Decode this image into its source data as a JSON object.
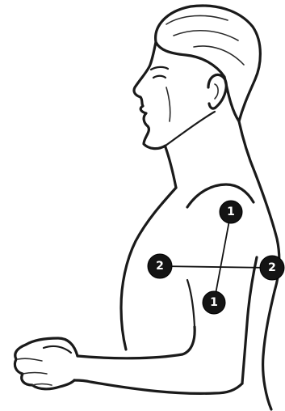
{
  "figure": {
    "subject": "man-profile-upper-body",
    "colors": {
      "background": "#ffffff",
      "line": "#1a1a1a",
      "marker_fill": "#141414",
      "marker_text": "#ffffff"
    }
  },
  "markers": [
    {
      "id": "m1-top",
      "label": "1"
    },
    {
      "id": "m1-bottom",
      "label": "1"
    },
    {
      "id": "m2-left",
      "label": "2"
    },
    {
      "id": "m2-right",
      "label": "2"
    }
  ],
  "connectors": [
    {
      "id": "connector-1",
      "from": "m1-top",
      "to": "m1-bottom"
    },
    {
      "id": "connector-2",
      "from": "m2-left",
      "to": "m2-right"
    }
  ]
}
